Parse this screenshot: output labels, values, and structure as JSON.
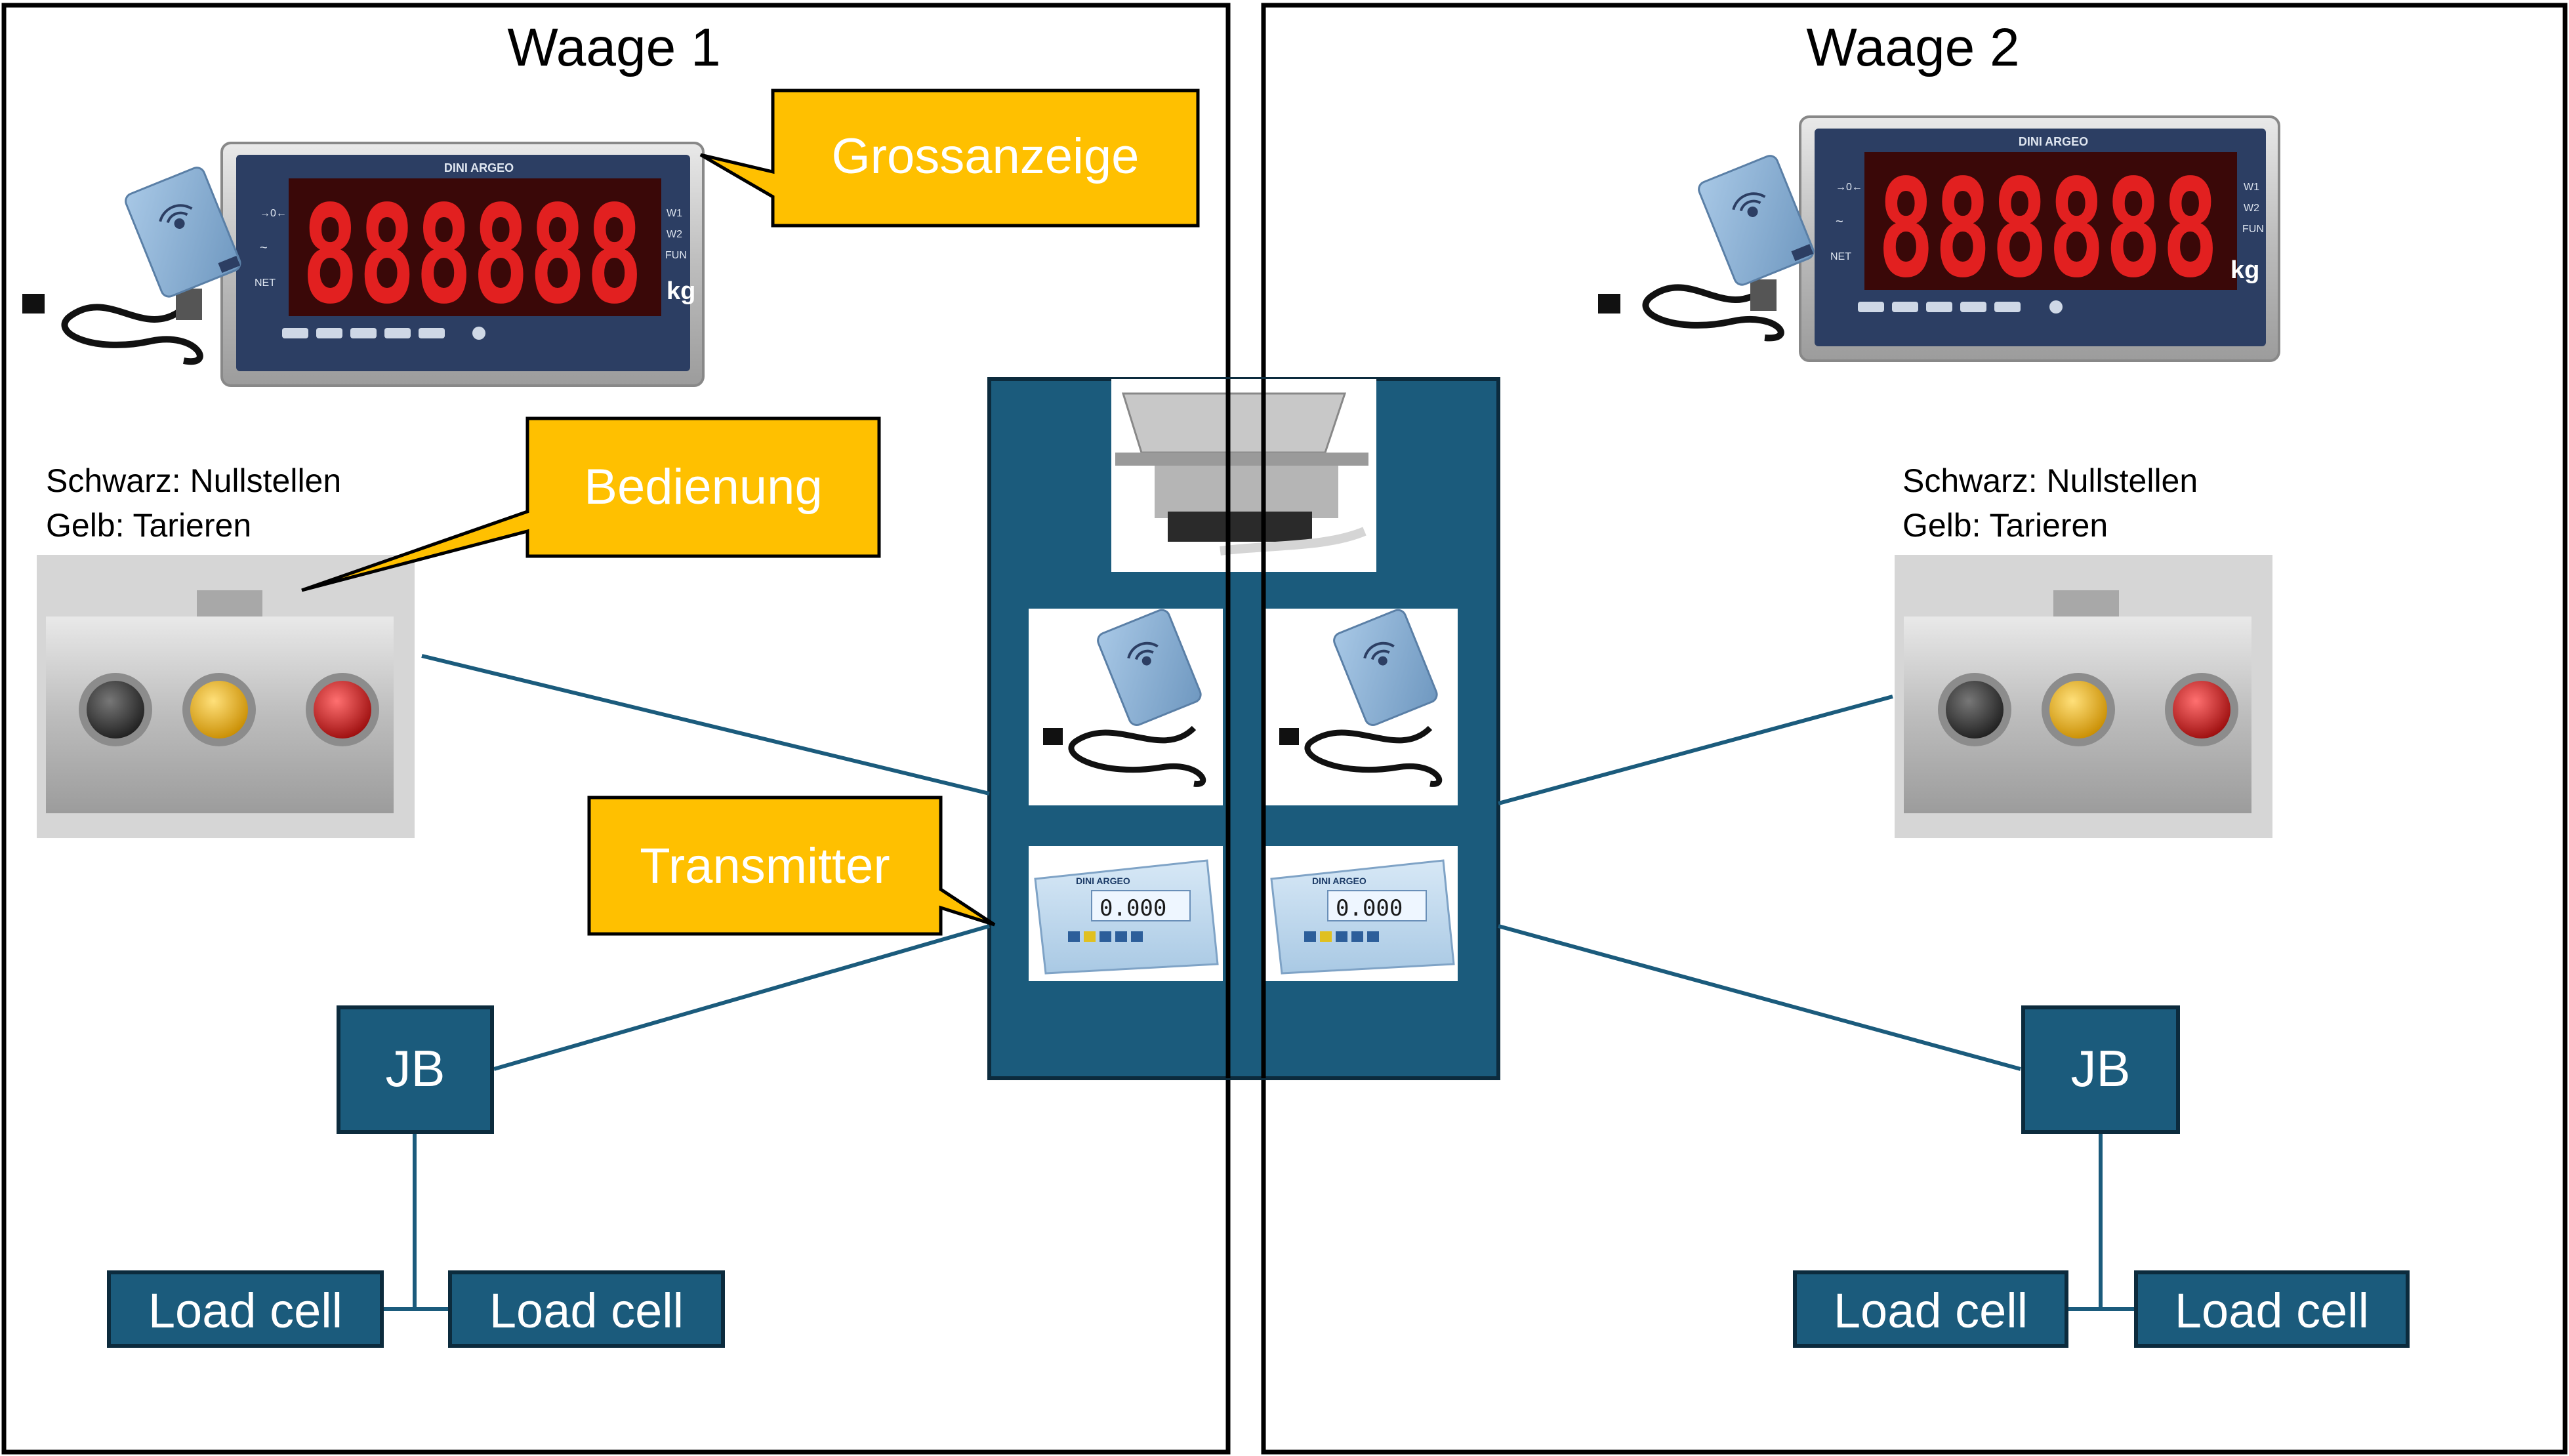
{
  "colors": {
    "navy": "#1b5b7c",
    "callout": "#ffc000",
    "frame": "#000000",
    "led": "#e22020",
    "display_body": "#2c3e63"
  },
  "scales": [
    {
      "title": "Waage 1",
      "button_info": [
        "Schwarz: Nullstellen",
        "Gelb: Tarieren"
      ],
      "jb": "JB",
      "load_cells": [
        "Load cell",
        "Load cell"
      ],
      "display": {
        "digits": "888888",
        "unit": "kg",
        "brand": "DINI ARGEO",
        "left_labels": [
          "→0←",
          "~",
          "NET"
        ],
        "right_labels": [
          "W1",
          "W2",
          "FUN"
        ]
      }
    },
    {
      "title": "Waage 2",
      "button_info": [
        "Schwarz: Nullstellen",
        "Gelb: Tarieren"
      ],
      "jb": "JB",
      "load_cells": [
        "Load cell",
        "Load cell"
      ],
      "display": {
        "digits": "888888",
        "unit": "kg",
        "brand": "DINI ARGEO",
        "left_labels": [
          "→0←",
          "~",
          "NET"
        ],
        "right_labels": [
          "W1",
          "W2",
          "FUN"
        ]
      }
    }
  ],
  "callouts": {
    "display": "Grossanzeige",
    "control": "Bedienung",
    "transmitter": "Transmitter"
  },
  "transmitter_device": {
    "brand": "DINI ARGEO",
    "reading": "0.000"
  },
  "icons": [
    "radio-module-icon",
    "led-display-icon",
    "push-button-panel-icon",
    "weighing-terminal-icon",
    "weighing-hopper-icon"
  ]
}
